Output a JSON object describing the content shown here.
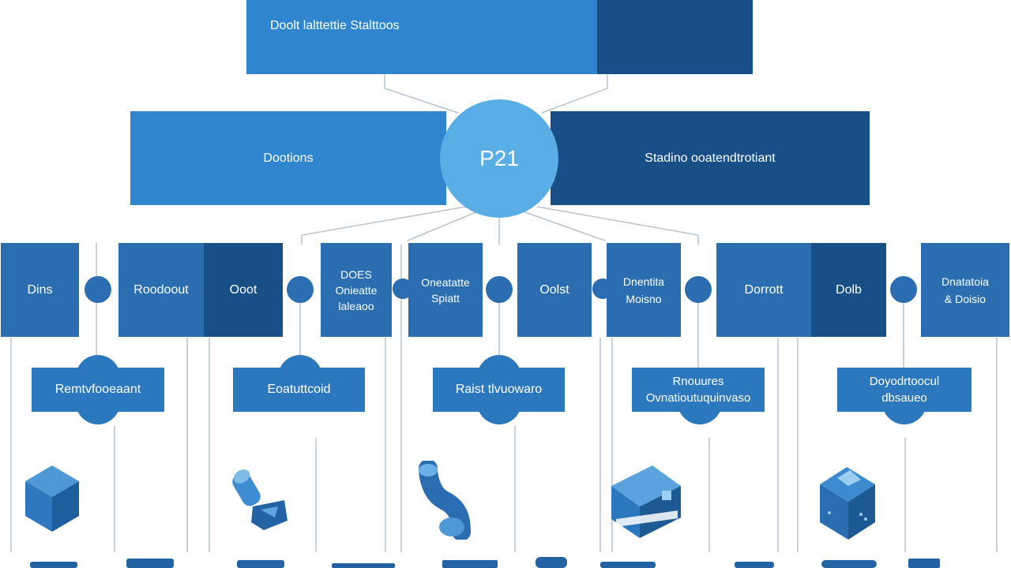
{
  "top": {
    "label": "Doolt lalttettie Stalttoos"
  },
  "hub": {
    "label": "P21"
  },
  "left_block": {
    "label": "Dootions"
  },
  "right_block": {
    "label": "Stadino ooatendtrotiant"
  },
  "row": [
    {
      "label": "Dins"
    },
    {
      "label": "Roodoout"
    },
    {
      "label": "Ooot"
    },
    {
      "label": "DOES\nOnieatte\nlaleaoo"
    },
    {
      "label": "Oneatatte\nSpiatt"
    },
    {
      "label": "Oolst"
    },
    {
      "label": "Dnentita\nMoisno"
    },
    {
      "label": "Dorrott"
    },
    {
      "label": "Dolb"
    },
    {
      "label": "Dnatatoia\n& Doisio"
    }
  ],
  "sub": [
    {
      "label": "Remtvfooeaant"
    },
    {
      "label": "Eoatuttcoid"
    },
    {
      "label": "Raist tlvuowaro"
    },
    {
      "label": "Rnouures\nOvnatioutuquinvaso"
    },
    {
      "label": "Doyodrtoocul\ndbsaueo"
    }
  ],
  "icons": [
    {
      "name": "cube-icon"
    },
    {
      "name": "pipe-elbow-icon"
    },
    {
      "name": "bent-pipe-icon"
    },
    {
      "name": "crate-icon"
    },
    {
      "name": "package-icon"
    }
  ]
}
